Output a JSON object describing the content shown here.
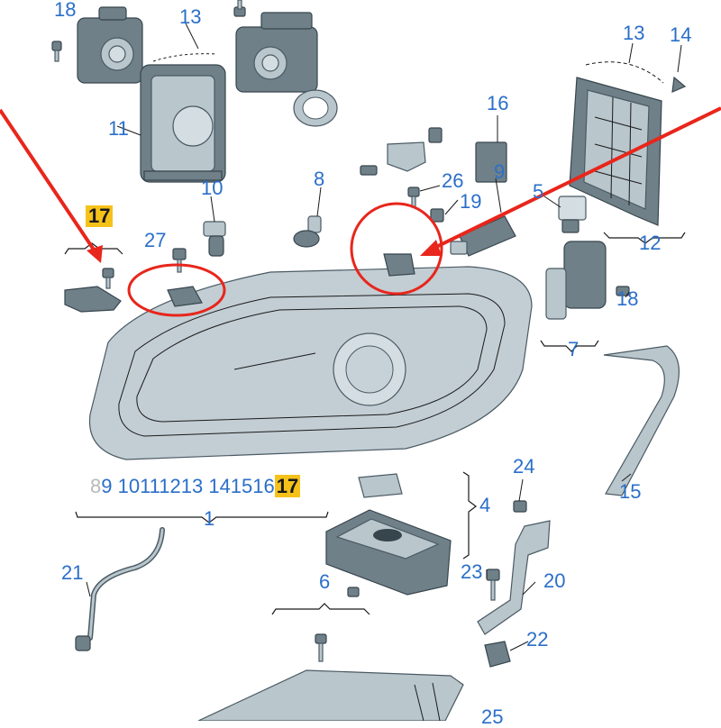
{
  "highlight_color": "#f6c21a",
  "callout_color": "#2a6fc9",
  "marker_color": "#e8261c",
  "callouts": {
    "c18a": "18",
    "c13a": "13",
    "c11": "11",
    "c10": "10",
    "c8": "8",
    "c16": "16",
    "c26": "26",
    "c19": "19",
    "c9": "9",
    "c5": "5",
    "c13b": "13",
    "c14": "14",
    "c12": "12",
    "c18b": "18",
    "c7": "7",
    "c15": "15",
    "c17a": "17",
    "c27": "27",
    "c1": "1",
    "c4": "4",
    "c24": "24",
    "c6": "6",
    "c23": "23",
    "c20": "20",
    "c21": "21",
    "c22": "22",
    "c25": "25"
  },
  "sequence": {
    "dim": "8",
    "main": "9 10111213 141516",
    "highlight": "17"
  }
}
